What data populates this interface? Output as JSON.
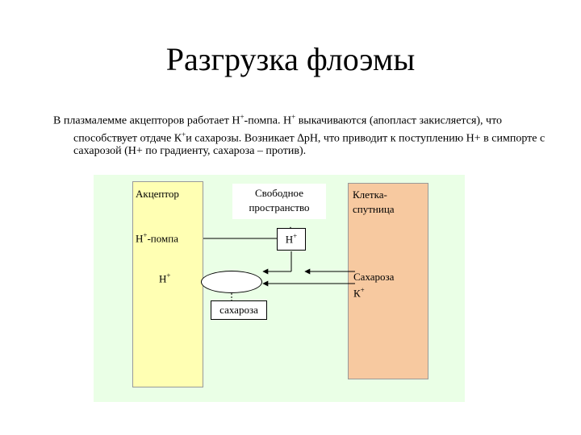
{
  "title": "Разгрузка флоэмы",
  "paragraph": {
    "part1": "В плазмалемме акцепторов работает Н",
    "sup1": "+",
    "part2": "-помпа. Н",
    "sup2": "+",
    "part3": " выкачиваются (апопласт закисляется), что способствует отдаче К",
    "sup3": "+",
    "part4": "и сахарозы. Возникает ∆рН, что приводит к поступлению Н+ в симпорте с сахарозой (Н+ по градиенту, сахароза – против)."
  },
  "diagram": {
    "acceptor_label": "Акцептор",
    "free_space_line1": "Свободное",
    "free_space_line2": "пространство",
    "companion_line1": "Клетка-",
    "companion_line2": "спутница",
    "pump_label": "Н",
    "pump_sup": "+",
    "pump_suffix": "-помпа",
    "h_box_label": "Н",
    "h_box_sup": "+",
    "h_left_label": "Н",
    "h_left_sup": "+",
    "sucrose_right": "Сахароза",
    "k_right": "К",
    "k_right_sup": "+",
    "sucrose_box": "сахароза"
  },
  "colors": {
    "panel": "#eaffe6",
    "acceptor": "#ffffb3",
    "companion": "#f7c9a0"
  }
}
